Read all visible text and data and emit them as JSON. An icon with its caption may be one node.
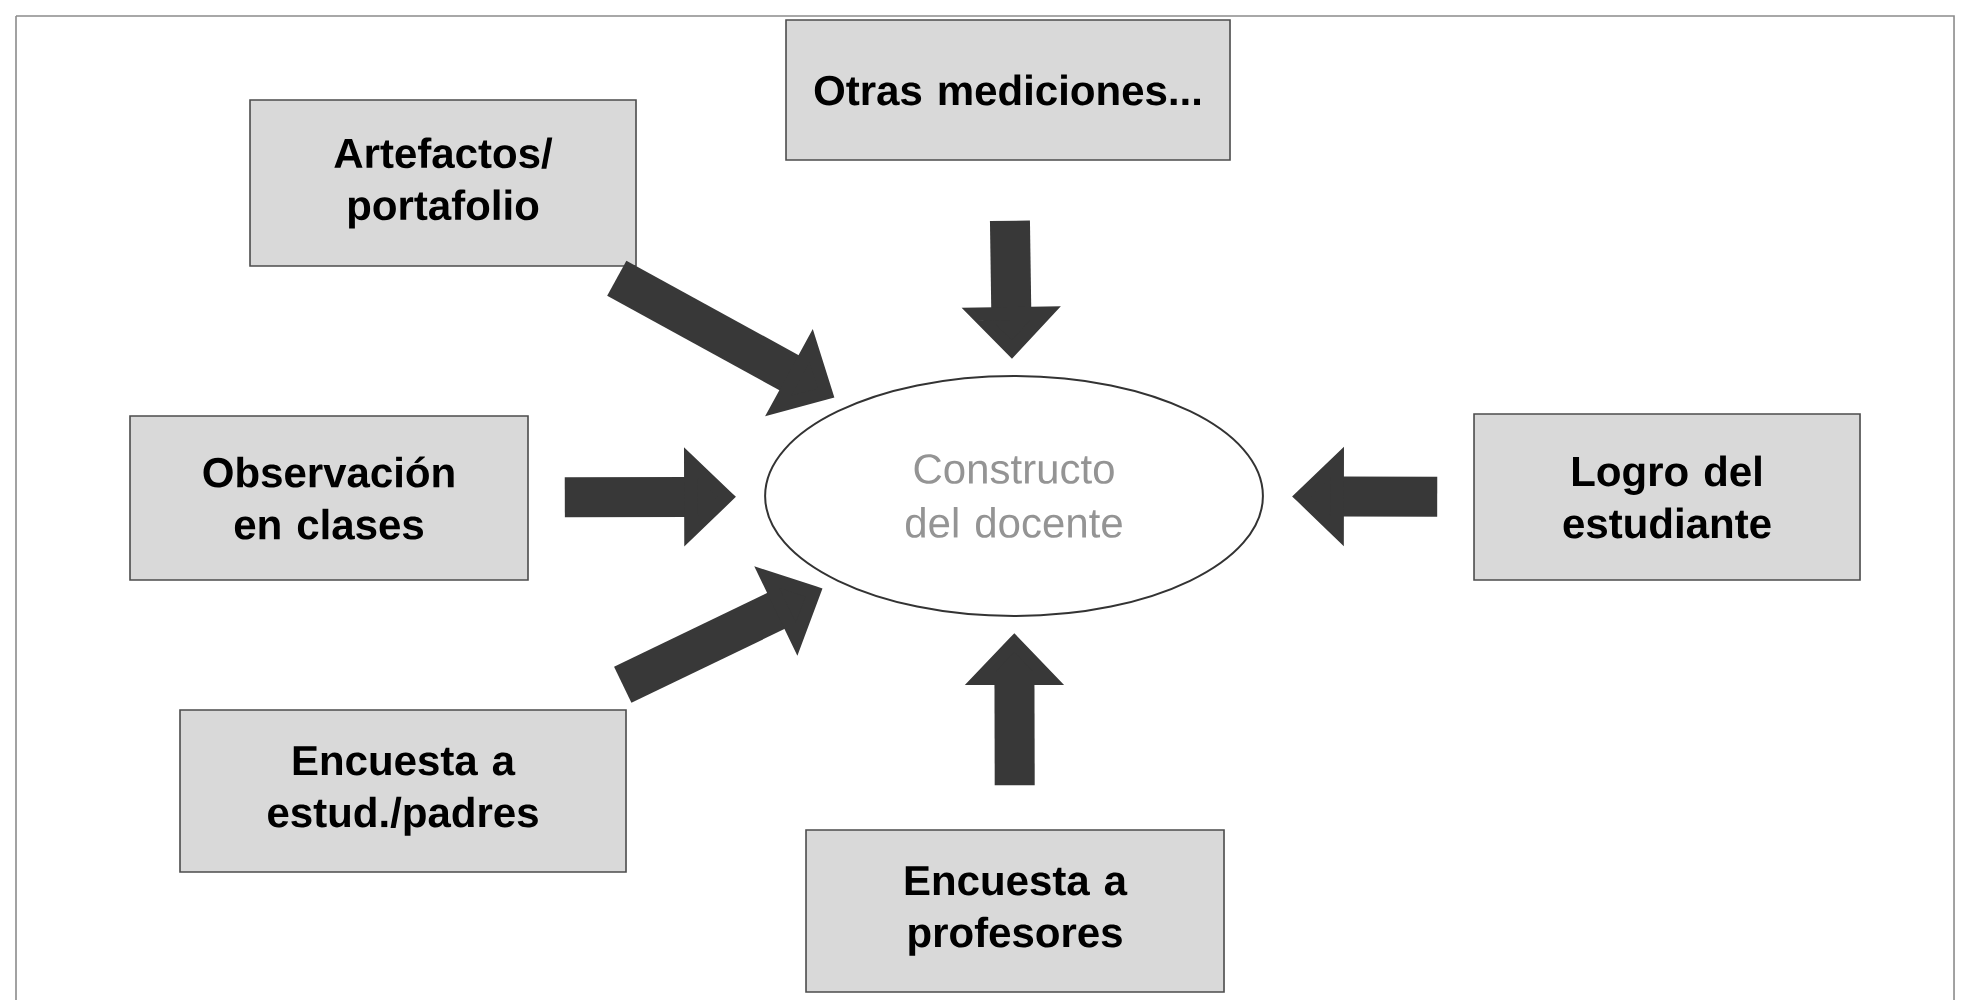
{
  "diagram": {
    "nodes": [
      {
        "text": [
          "Artefactos/ portafolio"
        ]
      },
      {
        "text": [
          "Otras mediciones..."
        ]
      },
      {
        "text": [
          "Observación en clases"
        ]
      },
      {
        "text": [
          "Constructo del docente"
        ]
      },
      {
        "text": [
          "Logro del estudiante"
        ]
      },
      {
        "text": [
          "Encuesta a estud./padres"
        ]
      },
      {
        "text": [
          "Encuesta a profesores"
        ]
      }
    ],
    "edges": [
      {
        "from": 0,
        "to": 3,
        "arrow": "to"
      },
      {
        "from": 1,
        "to": 3,
        "arrow": "to"
      },
      {
        "from": 2,
        "to": 3,
        "arrow": "to"
      },
      {
        "from": 4,
        "to": 3,
        "arrow": "to"
      },
      {
        "from": 5,
        "to": 3,
        "arrow": "to"
      },
      {
        "from": 6,
        "to": 3,
        "arrow": "to"
      }
    ]
  }
}
